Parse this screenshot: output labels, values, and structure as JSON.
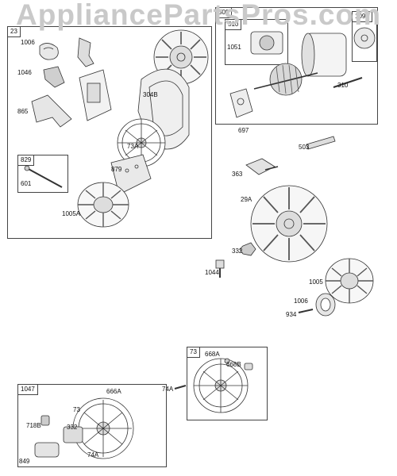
{
  "watermark": "AppliancePartsPros.com",
  "groups": {
    "g23": "23",
    "g829": "829",
    "g309": "309",
    "g510": "510",
    "g1090": "1090",
    "g73": "73",
    "g1047": "1047"
  },
  "parts": {
    "p1006a": "1006",
    "p1046": "1046",
    "p865": "865",
    "p304b": "304B",
    "p73a": "73A",
    "p879": "879",
    "p601": "601",
    "p1005a": "1005A",
    "p1051": "1051",
    "p310": "310",
    "p697": "697",
    "p503": "503",
    "p363": "363",
    "p29a": "29A",
    "p332a": "332",
    "p1044": "1044",
    "p1005": "1005",
    "p1006b": "1006",
    "p934": "934",
    "p668a1": "668A",
    "p668b": "668B",
    "p74a1": "74A",
    "p666a": "666A",
    "p73": "73",
    "p718b": "718B",
    "p332b": "332",
    "p74a2": "74A",
    "p849": "849"
  }
}
